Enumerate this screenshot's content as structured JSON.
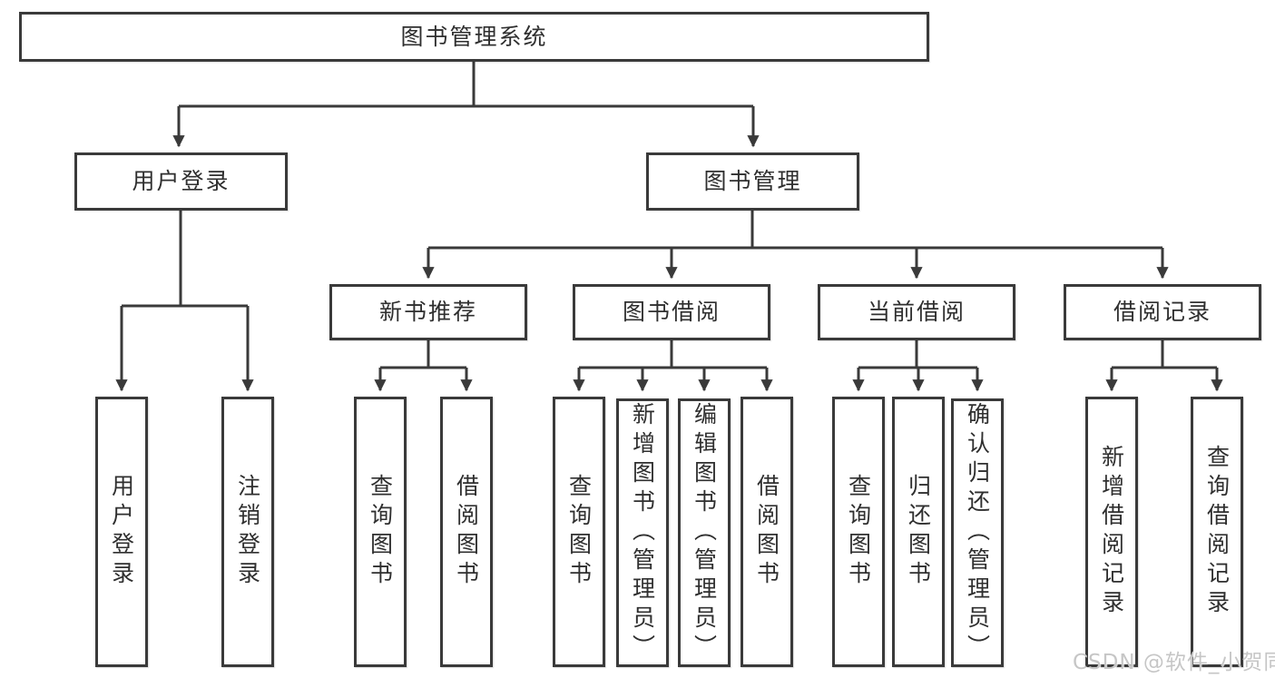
{
  "chart": {
    "root": "图书管理系统",
    "level2": {
      "user_login": "用户登录",
      "book_management": "图书管理"
    },
    "level3": {
      "new_book": "新书推荐",
      "borrowing": "图书借阅",
      "current": "当前借阅",
      "records": "借阅记录"
    },
    "leaves": {
      "user_login": "用户登录",
      "logout": "注销登录",
      "nb_query": "查询图书",
      "nb_borrow": "借阅图书",
      "bb_query": "查询图书",
      "bb_add": "新增图书（管理员）",
      "bb_edit": "编辑图书（管理员）",
      "bb_borrow": "借阅图书",
      "cb_query": "查询图书",
      "cb_return": "归还图书",
      "cb_confirm": "确认归还（管理员）",
      "br_add": "新增借阅记录",
      "br_query": "查询借阅记录"
    }
  },
  "watermark": "CSDN @软件_小贺同学",
  "colors": {
    "line": "#3a3a3a",
    "text": "#2f2f2f",
    "background": "#ffffff",
    "watermark": "#c6c6c6"
  }
}
